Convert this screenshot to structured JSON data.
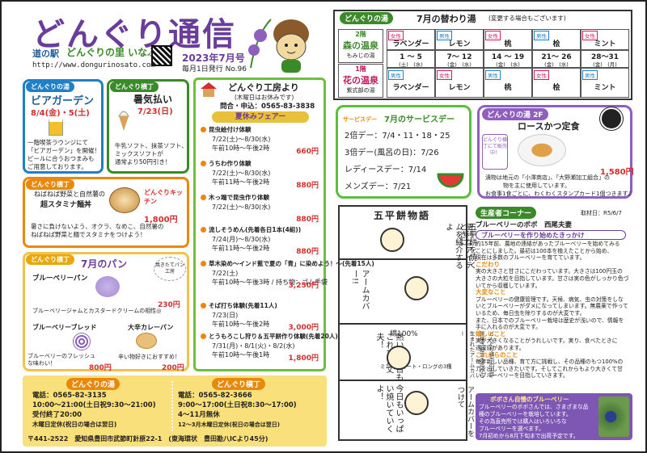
{
  "masthead": {
    "title": "どんぐり通信",
    "station_label": "道の駅",
    "station_name": "どんぐりの里 いなぶ",
    "url": "http://www.dongurinosato.com",
    "date_line": "2023年7月号",
    "issue_line": "毎月1日発行 No.96"
  },
  "beer": {
    "tag": "どんぐりの湯",
    "title": "ビアガーデン",
    "date": "8/4(金)・5(土)",
    "body": [
      "一階喫茶ラウンジにて",
      "「ビアガーデン」を開催！",
      "ビールに合うおつまみも",
      "ご用意しております。"
    ]
  },
  "summer": {
    "tag": "どんぐり横丁",
    "title": "暑気払い",
    "date": "7/23(日)",
    "body": [
      "牛乳ソフト、抹茶ソフト、",
      "ミックスソフトが",
      "通常より50円引き！"
    ]
  },
  "kitchen": {
    "tag": "どんぐり横丁",
    "heading": "ねばねば野菜と自然薯の",
    "title": "超スタミナ麺丼",
    "kitchen_label": "どんぐりキッチン",
    "price": "1,800円",
    "body": [
      "暑さに負けないよう、オクラ、なめこ、自然薯の",
      "ねばねば野菜と麺でスタミナをつけよう！"
    ]
  },
  "bread": {
    "tag": "どんぐり横丁",
    "title": "7月のパン",
    "badge": "焼きたてパン工房",
    "items": [
      {
        "name": "ブルーベリーパン",
        "price": "230円",
        "desc": "ブルーベリージャムとカスタードクリームの相性◎"
      },
      {
        "name": "ブルーベリーブレッド",
        "price": "800円",
        "desc": "ブルーベリーのフレッシュな味わい！"
      },
      {
        "name": "大辛カレーパン",
        "price": "200円",
        "desc": "辛い物好きにおすすめ！"
      }
    ]
  },
  "workshop": {
    "title": "どんぐり工房より",
    "subtitle": "(木曜日はお休みです)",
    "contact": "問合・申込：0565-83-3838",
    "fair": "夏休みフェアー",
    "events": [
      {
        "name": "昆虫絵付け体験",
        "dates": "7/22(土)〜8/30(水)",
        "time": "午前10時〜午後2時",
        "price": "660円"
      },
      {
        "name": "うちわ作り体験",
        "dates": "7/22(土)〜8/30(水)",
        "time": "午前11時〜午後2時",
        "price": "880円"
      },
      {
        "name": "木っ端で昆虫作り体験",
        "dates": "7/22(土)〜8/30(水)",
        "time": "",
        "price": "880円"
      },
      {
        "name": "流しそうめん(先着各日1本(4組))",
        "dates": "7/24(月)〜8/30(水)",
        "time": "午前11時〜午後2時",
        "price": "880円"
      },
      {
        "name": "草木染め〜インド藍で夏の「青」に染めよう！〜(先着15人)",
        "dates": "7/22(土)",
        "time": "午前10時〜午後3時 / 持ち物：ゴム手袋",
        "price": "3,250円"
      },
      {
        "name": "そば打ち体験(先着11人)",
        "dates": "7/23(日)",
        "time": "午前10時〜午後2時",
        "price": "3,000円"
      },
      {
        "name": "とうもろこし狩り＆五平餅作り体験(先着20人)",
        "dates": "7/31(月)・8/1(火)・8/2(水)",
        "time": "午前10時〜午後1時",
        "price": "1,800円"
      }
    ]
  },
  "footer": {
    "yu_tag": "どんぐりの湯",
    "yu_lines": [
      "電話：0565-82-3135",
      "10:00〜21:00(土日祝9:30〜21:00)",
      "受付終了20:00",
      "木曜日定休(祝日の場合は翌日)"
    ],
    "yokocho_tag": "どんぐり横丁",
    "yokocho_lines": [
      "電話：0565-82-3666",
      "9:00〜17:00(土日祝8:30〜17:00)",
      "4〜11月無休",
      "12〜3月木曜日定休(祝日の場合は翌日)"
    ],
    "address": "〒441-2522　愛知県豊田市武節町針原22-1　(東海環状　豊田勘八ICより45分)"
  },
  "bath": {
    "tag": "どんぐりの湯",
    "title": "7月の替わり湯",
    "note": "(変更する場合もございます)",
    "floor2": {
      "floor": "2階",
      "name": "森の温泉",
      "sub": "もみじの湯"
    },
    "floor1": {
      "floor": "1階",
      "name": "花の温泉",
      "sub": "紫式部の湯"
    },
    "genders_top": [
      "女性",
      "男性",
      "女性",
      "男性",
      "女性"
    ],
    "baths_top": [
      "ラベンダー",
      "レモン",
      "桃",
      "桧",
      "ミント"
    ],
    "dates": [
      {
        "range": "1 〜 5",
        "days": "(土)　(水)"
      },
      {
        "range": "7〜 12",
        "days": "(金)　(水)"
      },
      {
        "range": "14 〜 19",
        "days": "(金)　(水)"
      },
      {
        "range": "21〜 26",
        "days": "(金)　(水)"
      },
      {
        "range": "28〜31",
        "days": "(金)　(月)"
      }
    ],
    "genders_bottom": [
      "男性",
      "女性",
      "男性",
      "女性",
      "男性"
    ],
    "baths_bottom": [
      "ラベンダー",
      "レモン",
      "桃",
      "桧",
      "ミント"
    ]
  },
  "service": {
    "label": "サービスデー",
    "title": "7月のサービスデー",
    "lines": [
      "2倍デー：7/4・11・18・25",
      "3倍デー(風呂の日)：7/26",
      "レディースデー：7/14",
      "メンズデー：7/21"
    ]
  },
  "katsu": {
    "tag": "どんぐりの湯 2F",
    "title": "ロースかつ定食",
    "badge": "どんぐり横丁にて販売中！",
    "price": "1,580円",
    "body": [
      "漬物は地元の「小澤商店」、「大野瀬加工組合」の",
      "物を主に使用しています。",
      "お食事1食ごとに、わくわくスタンプカード1個つきます♪"
    ]
  },
  "comic": {
    "title": "五平餅物語",
    "panels": [
      "五平餅を焼くときに",
      "便利なアイテムを紹介するよ",
      "アームカバー!!",
      "熱い焼き台もこれで大丈夫！",
      "綿100%",
      "ミニ・ショート・ロングの3種",
      "どんぐり横丁の五平餅焼き担当の声から生まれたアームカバー",
      "アームカバーをつけて",
      "今日もいっぱい焼いていくよ！"
    ]
  },
  "producer": {
    "tag": "生産者コーナー",
    "date": "取材日：R5/6/7",
    "name_line": "ブルーベリーのボボ　西尾夫妻",
    "highlight": "ブルーベリーを作り始めたきっかけ",
    "p1": [
      "約15年前、農地の連絡があったブルーベリーを始めてみる",
      "ことにしました。最初は100本を植えたことから始め、",
      "現在は多数のブルーベリーを育てています。"
    ],
    "h2": "こだわり",
    "p2": [
      "実の大きさと甘さにこだわっています。大きさは100円玉の",
      "大きさの大粒を目指しています。甘さは実の色がしっかり色づ",
      "いてから収穫しています。"
    ],
    "h3": "大変なこと",
    "p3": [
      "ブルーベリーの健康管理です。天候、病気、虫の対策をしな",
      "いとブルーベリーがダメになってしまいます。無農薬で作って",
      "いるため、毎日虫を除りするのが大変です。",
      "また、日本でのブルーベリー栽培は歴史が浅いので、情報を",
      "手に入れるのが大変です。"
    ],
    "h4": "嬉しいこと",
    "p4": [
      "実が大きくなることがうれしいです。実り、食べたときに",
      "達成感があります。"
    ],
    "h5": "これからのこと",
    "p5": [
      "毎年新しい品種、育て方に挑戦し、その品種のもつ100%の",
      "力を出していきたいです。そしてこれからもより大きくて甘",
      "いブルーベリーを目指していきます。"
    ],
    "box_title": "ボボさん自慢のブルーベリー",
    "box": [
      "ブルーベリーのボボさんでは、さまざまな品",
      "種のブルーベリーを栽培しています。",
      "その為直売所では購入はいろいろな",
      "ブルーベリーを選べます。",
      "7月初めから8月下旬まで出荷予定です。"
    ]
  },
  "colors": {
    "purple": "#6a3d9a",
    "green": "#3b8a2a",
    "orange": "#e8890c",
    "red": "#d32f2f",
    "yellow": "#f7d35a"
  }
}
